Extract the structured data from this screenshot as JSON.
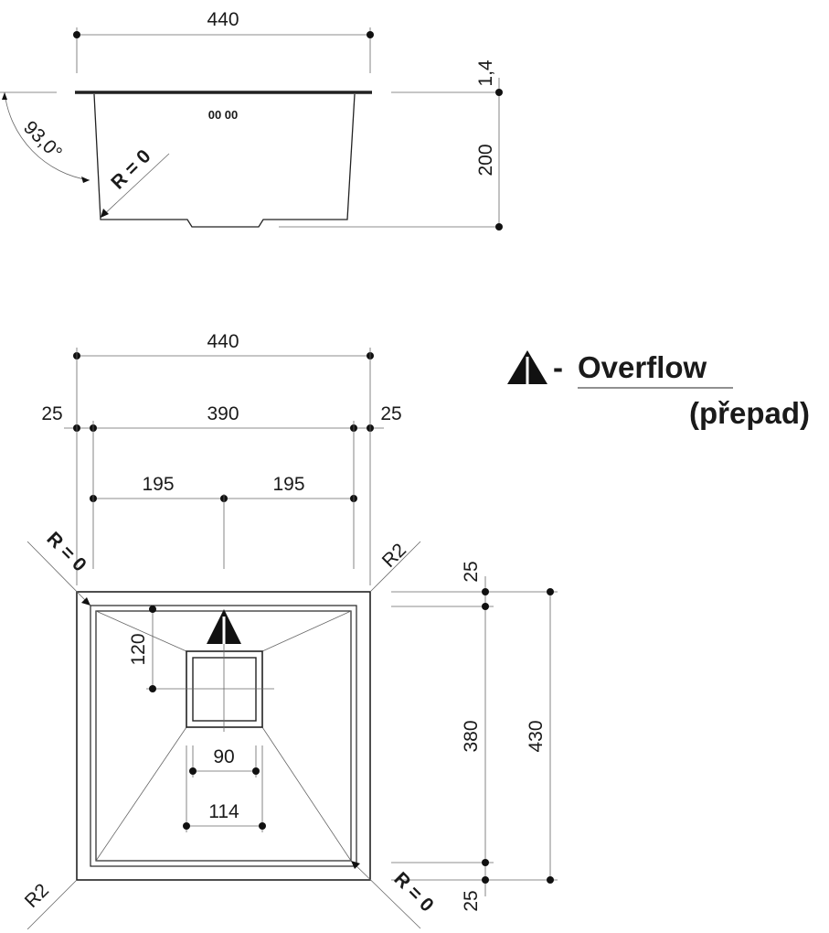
{
  "side_view": {
    "width_label": "440",
    "thickness_label": "1,4",
    "depth_label": "200",
    "angle_label": "93,0°",
    "radius_label": "R = 0",
    "overflow_marking": "00 00"
  },
  "top_view": {
    "outer_width_label": "440",
    "left_margin_label": "25",
    "inner_width_label": "390",
    "right_margin_label": "25",
    "half_left_label": "195",
    "half_right_label": "195",
    "top_margin_label": "25",
    "inner_depth_label": "380",
    "outer_depth_label": "430",
    "bottom_margin_label": "25",
    "overflow_offset_label": "120",
    "drain_inner_label": "90",
    "drain_outer_label": "114",
    "corner_top_left": "R = 0",
    "corner_top_right": "R2",
    "corner_bottom_left": "R2",
    "corner_bottom_right": "R = 0"
  },
  "legend": {
    "dash": "-",
    "title": "Overflow",
    "subtitle": "(přepad)"
  }
}
